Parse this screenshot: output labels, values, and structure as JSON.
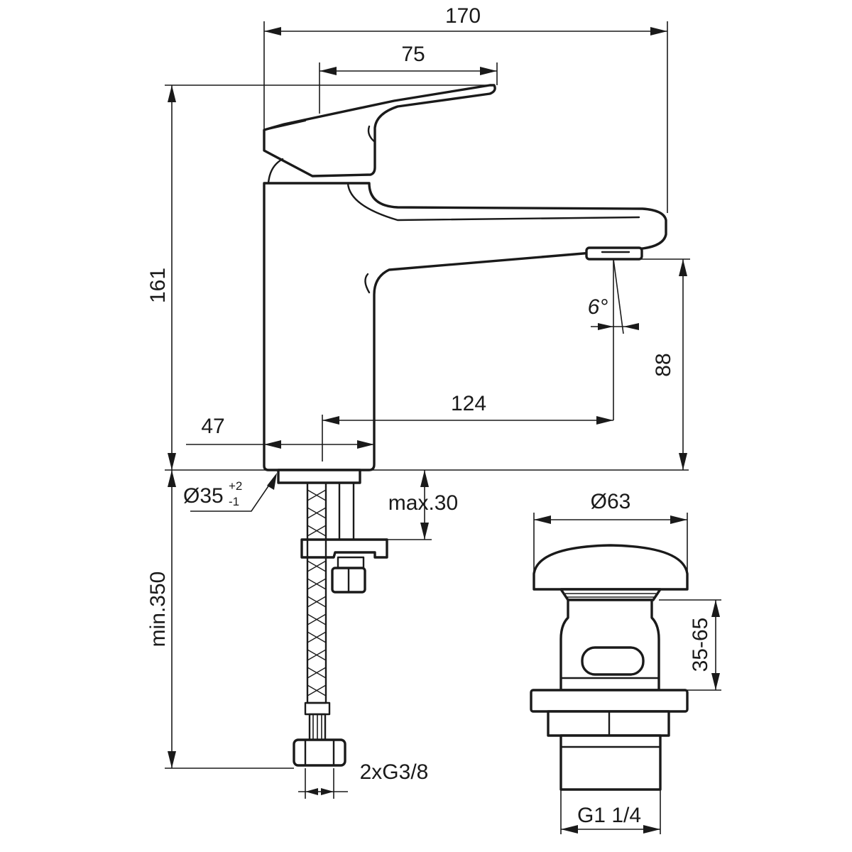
{
  "dimensions": {
    "overall_width": "170",
    "handle_length": "75",
    "total_height": "161",
    "spout_angle": "6°",
    "spout_height": "88",
    "spout_reach": "124",
    "body_width": "47",
    "base_diameter": "Ø35",
    "base_tol_plus": "+2",
    "base_tol_minus": "-1",
    "max_deck_thickness": "max.30",
    "min_hose_length": "min.350",
    "hose_connection": "2xG3/8",
    "waste_diameter": "Ø63",
    "waste_range": "35-65",
    "waste_thread": "G1 1/4"
  }
}
